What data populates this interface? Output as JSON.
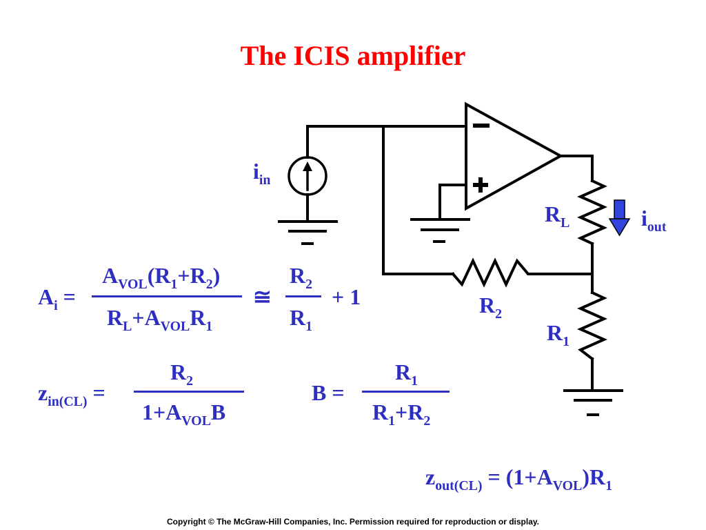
{
  "title": "The ICIS amplifier",
  "labels": {
    "iin_main": "i",
    "iin_sub": "in",
    "rl_main": "R",
    "rl_sub": "L",
    "iout_main": "i",
    "iout_sub": "out",
    "r2_main": "R",
    "r2_sub": "2",
    "r1_main": "R",
    "r1_sub": "1",
    "opamp_minus": "−",
    "opamp_plus": "+",
    "ground_minus": "−"
  },
  "equations": {
    "ai": {
      "lhs_main": "A",
      "lhs_sub": "i",
      "lhs_eq": " =",
      "num_a": "A",
      "num_vol": "VOL",
      "num_paren": "(R",
      "num_1": "1",
      "num_plus": "+R",
      "num_2": "2",
      "num_close": ")",
      "den_r": "R",
      "den_l": "L",
      "den_plus_a": "+A",
      "den_vol": "VOL",
      "den_r1": "R",
      "den_1": "1",
      "approx": "≅",
      "frac2_num_r": "R",
      "frac2_num_2": "2",
      "frac2_den_r": "R",
      "frac2_den_1": "1",
      "plus_one": "+ 1"
    },
    "zin": {
      "lhs_main": "z",
      "lhs_sub": "in(CL)",
      "lhs_eq": " =",
      "num_r": "R",
      "num_2": "2",
      "den_1a": "1+A",
      "den_vol": "VOL",
      "den_b": "B"
    },
    "b": {
      "lhs": "B =",
      "num_r": "R",
      "num_1": "1",
      "den_r": "R",
      "den_1": "1",
      "den_plus_r": "+R",
      "den_2": "2"
    },
    "zout": {
      "lhs_main": "z",
      "lhs_sub": "out(CL)",
      "mid": " = (1+A",
      "vol": "VOL",
      "tail": ")R",
      "tail_sub": "1"
    }
  },
  "colors": {
    "title": "#ff0000",
    "text": "#2e2ec0",
    "wire": "#000000",
    "arrow": "#3344dd"
  },
  "copyright": "Copyright © The McGraw-Hill Companies, Inc. Permission required for reproduction or display."
}
